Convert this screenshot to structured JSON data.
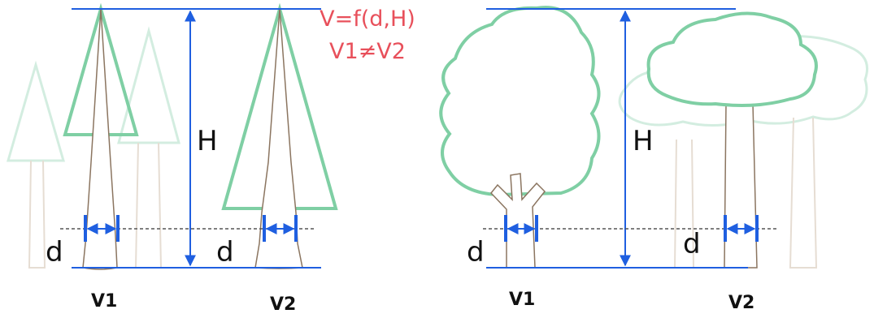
{
  "formula": {
    "line1": "V=f(d,H)",
    "line2": "V1≠V2"
  },
  "labels": {
    "height": "H",
    "diameter": "d",
    "tree1": "V1",
    "tree2": "V2"
  },
  "colors": {
    "crown": "#7fcfa4",
    "crown_faded": "#d3ede0",
    "trunk": "#8b7560",
    "trunk_faded": "#e6ddd3",
    "measure": "#1f5fe0",
    "formula": "#e8505b"
  }
}
